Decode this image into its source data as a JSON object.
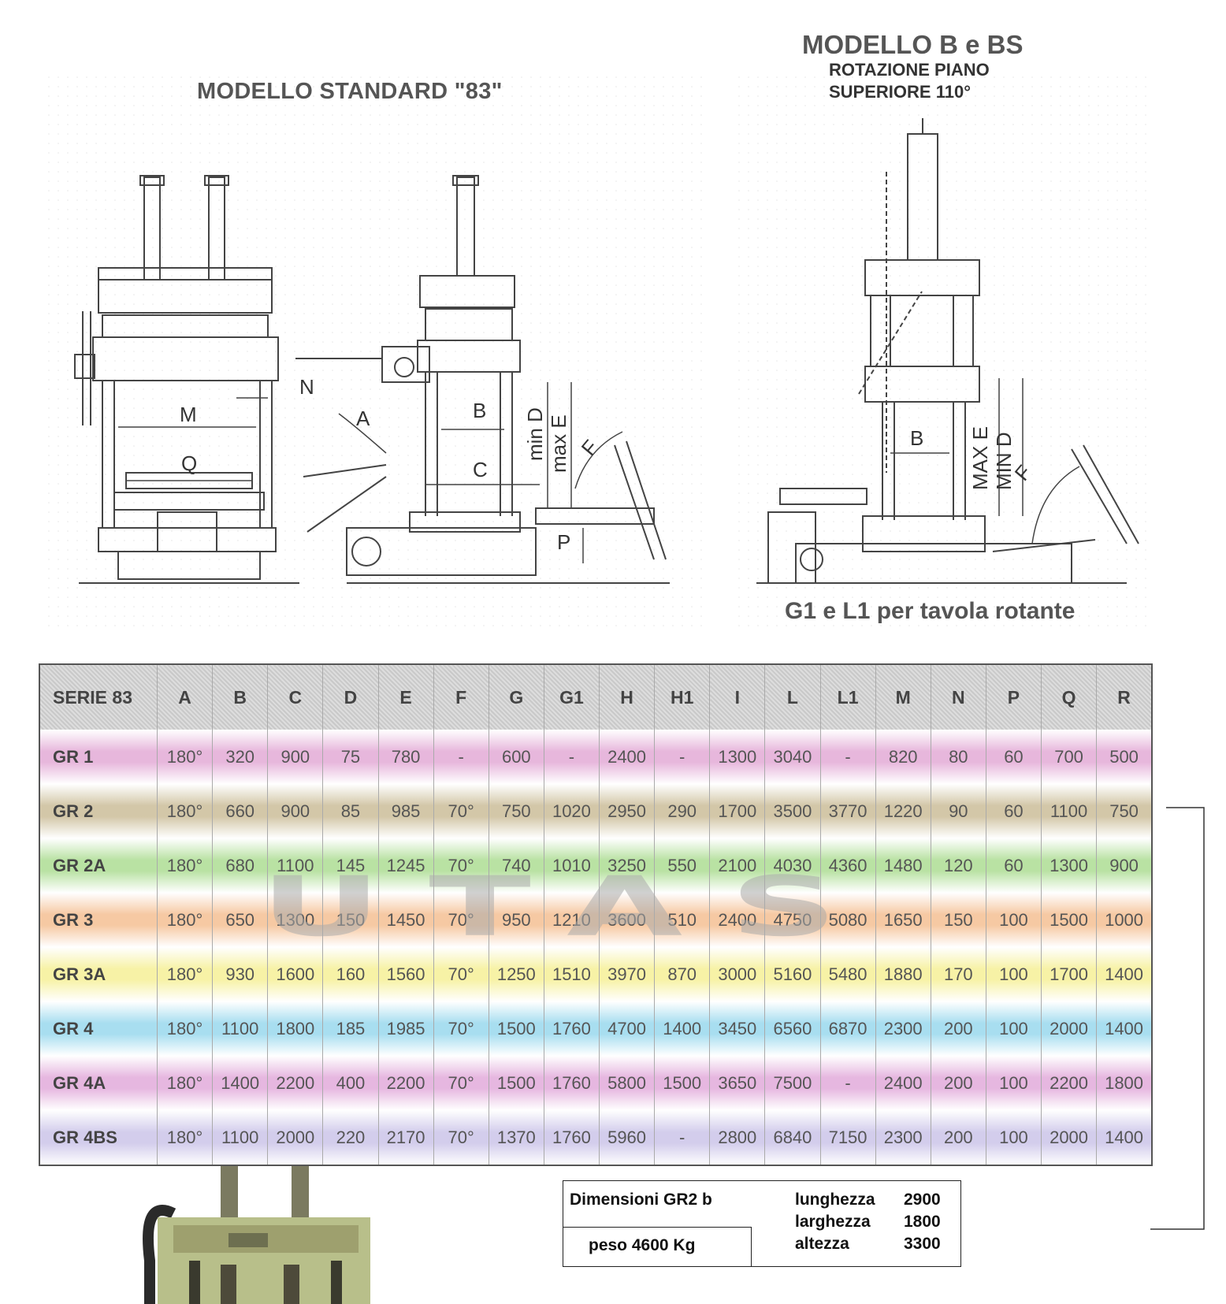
{
  "headings": {
    "standard_model": "MODELLO STANDARD \"83\"",
    "model_b": "MODELLO B e BS",
    "model_b_line1": "ROTAZIONE PIANO",
    "model_b_line2": "SUPERIORE  110°",
    "rotary_table_caption": "G1 e L1 per tavola rotante"
  },
  "drawing_labels": {
    "m": "M",
    "q": "Q",
    "n": "N",
    "a": "A",
    "b": "B",
    "c": "C",
    "min_d": "min D",
    "max_e": "max E",
    "f": "F",
    "p": "P",
    "b2": "B",
    "max_e2": "MAX E",
    "min_d2": "MIN D",
    "f2": "F"
  },
  "table": {
    "headers": [
      "SERIE 83",
      "A",
      "B",
      "C",
      "D",
      "E",
      "F",
      "G",
      "G1",
      "H",
      "H1",
      "I",
      "L",
      "L1",
      "M",
      "N",
      "P",
      "Q",
      "R"
    ],
    "rows": [
      {
        "label": "GR 1",
        "values": [
          "180°",
          "320",
          "900",
          "75",
          "780",
          "-",
          "600",
          "-",
          "2400",
          "-",
          "1300",
          "3040",
          "-",
          "820",
          "80",
          "60",
          "700",
          "500"
        ],
        "color": "#e7b7dc"
      },
      {
        "label": "GR 2",
        "values": [
          "180°",
          "660",
          "900",
          "85",
          "985",
          "70°",
          "750",
          "1020",
          "2950",
          "290",
          "1700",
          "3500",
          "3770",
          "1220",
          "90",
          "60",
          "1100",
          "750"
        ],
        "color": "#d3c7a8"
      },
      {
        "label": "GR 2A",
        "values": [
          "180°",
          "680",
          "1100",
          "145",
          "1245",
          "70°",
          "740",
          "1010",
          "3250",
          "550",
          "2100",
          "4030",
          "4360",
          "1480",
          "120",
          "60",
          "1300",
          "900"
        ],
        "color": "#b9e2a3"
      },
      {
        "label": "GR 3",
        "values": [
          "180°",
          "650",
          "1300",
          "150",
          "1450",
          "70°",
          "950",
          "1210",
          "3600",
          "510",
          "2400",
          "4750",
          "5080",
          "1650",
          "150",
          "100",
          "1500",
          "1000"
        ],
        "color": "#f6c9a3"
      },
      {
        "label": "GR 3A",
        "values": [
          "180°",
          "930",
          "1600",
          "160",
          "1560",
          "70°",
          "1250",
          "1510",
          "3970",
          "870",
          "3000",
          "5160",
          "5480",
          "1880",
          "170",
          "100",
          "1700",
          "1400"
        ],
        "color": "#f7f2a6"
      },
      {
        "label": "GR 4",
        "values": [
          "180°",
          "1100",
          "1800",
          "185",
          "1985",
          "70°",
          "1500",
          "1760",
          "4700",
          "1400",
          "3450",
          "6560",
          "6870",
          "2300",
          "200",
          "100",
          "2000",
          "1400"
        ],
        "color": "#a8def0"
      },
      {
        "label": "GR 4A",
        "values": [
          "180°",
          "1400",
          "2200",
          "400",
          "2200",
          "70°",
          "1500",
          "1760",
          "5800",
          "1500",
          "3650",
          "7500",
          "-",
          "2400",
          "200",
          "100",
          "2200",
          "1800"
        ],
        "color": "#e6b7e0"
      },
      {
        "label": "GR 4BS",
        "values": [
          "180°",
          "1100",
          "2000",
          "220",
          "2170",
          "70°",
          "1370",
          "1760",
          "5960",
          "-",
          "2800",
          "6840",
          "7150",
          "2300",
          "200",
          "100",
          "2000",
          "1400"
        ],
        "color": "#d3cdec"
      }
    ]
  },
  "watermark": "UTAS",
  "dimensions_box": {
    "title": "Dimensioni    GR2  b",
    "weight": "peso  4600 Kg",
    "length_label": "lunghezza",
    "length_value": "2900",
    "width_label": "larghezza",
    "width_value": "1800",
    "height_label": "altezza",
    "height_value": "3300"
  }
}
